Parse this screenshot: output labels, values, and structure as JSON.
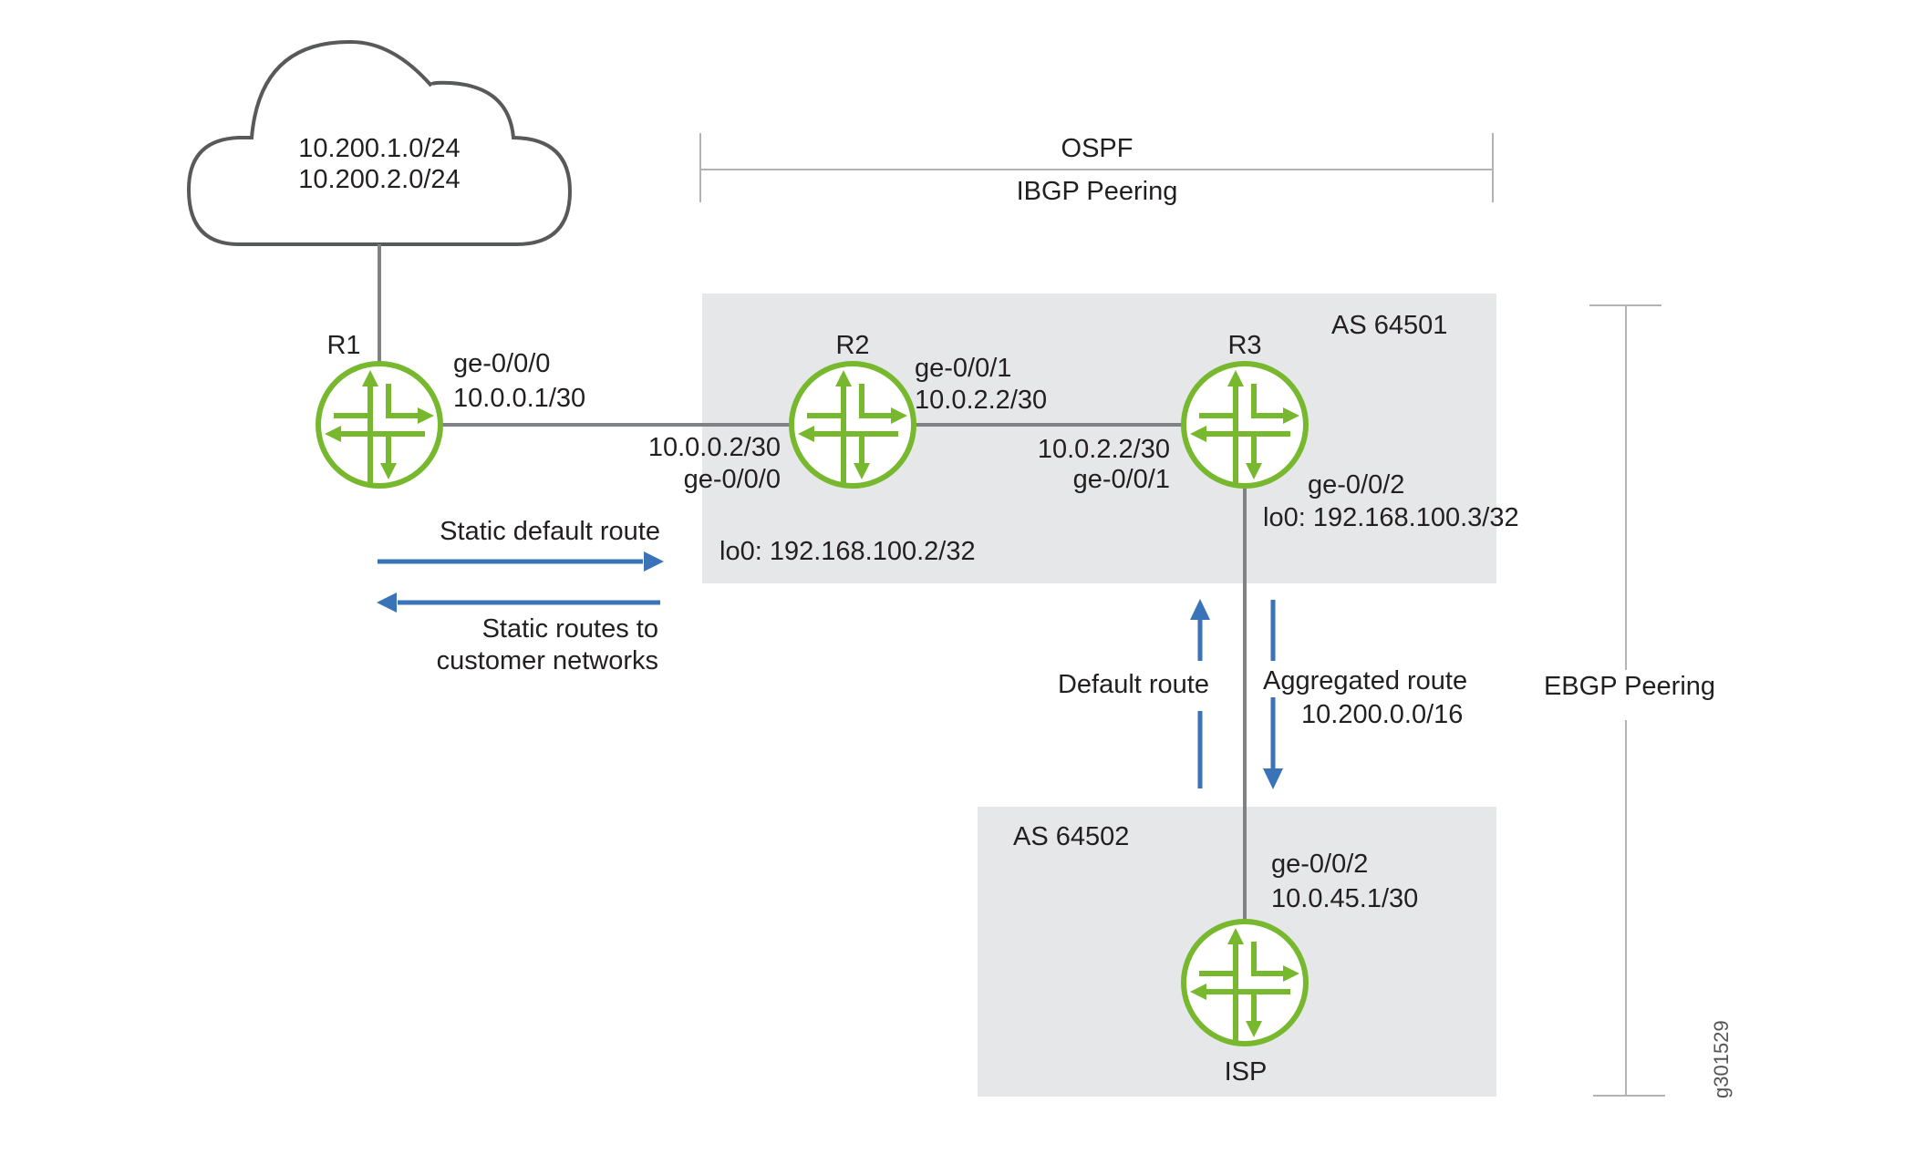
{
  "colors": {
    "router": "#77b82e",
    "link": "#808285",
    "route_arrow": "#3a73b8",
    "as_box": "#e6e7e8",
    "bracket": "#b3b3b3",
    "text": "#231f20"
  },
  "cloud": {
    "networks": [
      "10.200.1.0/24",
      "10.200.2.0/24"
    ]
  },
  "brackets": {
    "ospf": "OSPF",
    "ibgp": "IBGP Peering",
    "ebgp": "EBGP Peering"
  },
  "as_boxes": {
    "as1": "AS 64501",
    "as2": "AS 64502"
  },
  "routers": {
    "r1": {
      "name": "R1",
      "if_name": "ge-0/0/0",
      "if_addr": "10.0.0.1/30"
    },
    "r2": {
      "name": "R2",
      "if_left_addr": "10.0.0.2/30",
      "if_left_name": "ge-0/0/0",
      "if_right_name": "ge-0/0/1",
      "if_right_addr": "10.0.2.2/30",
      "loopback": "lo0: 192.168.100.2/32"
    },
    "r3": {
      "name": "R3",
      "if_left_addr": "10.0.2.2/30",
      "if_left_name": "ge-0/0/1",
      "if_down_name": "ge-0/0/2",
      "loopback": "lo0: 192.168.100.3/32"
    },
    "isp": {
      "name": "ISP",
      "if_name": "ge-0/0/2",
      "if_addr": "10.0.45.1/30"
    }
  },
  "routes": {
    "static_default": "Static default route",
    "static_customer_1": "Static routes to",
    "static_customer_2": "customer networks",
    "default": "Default route",
    "aggregated": "Aggregated route",
    "aggregated_prefix": "10.200.0.0/16"
  },
  "figure_id": "g301529"
}
